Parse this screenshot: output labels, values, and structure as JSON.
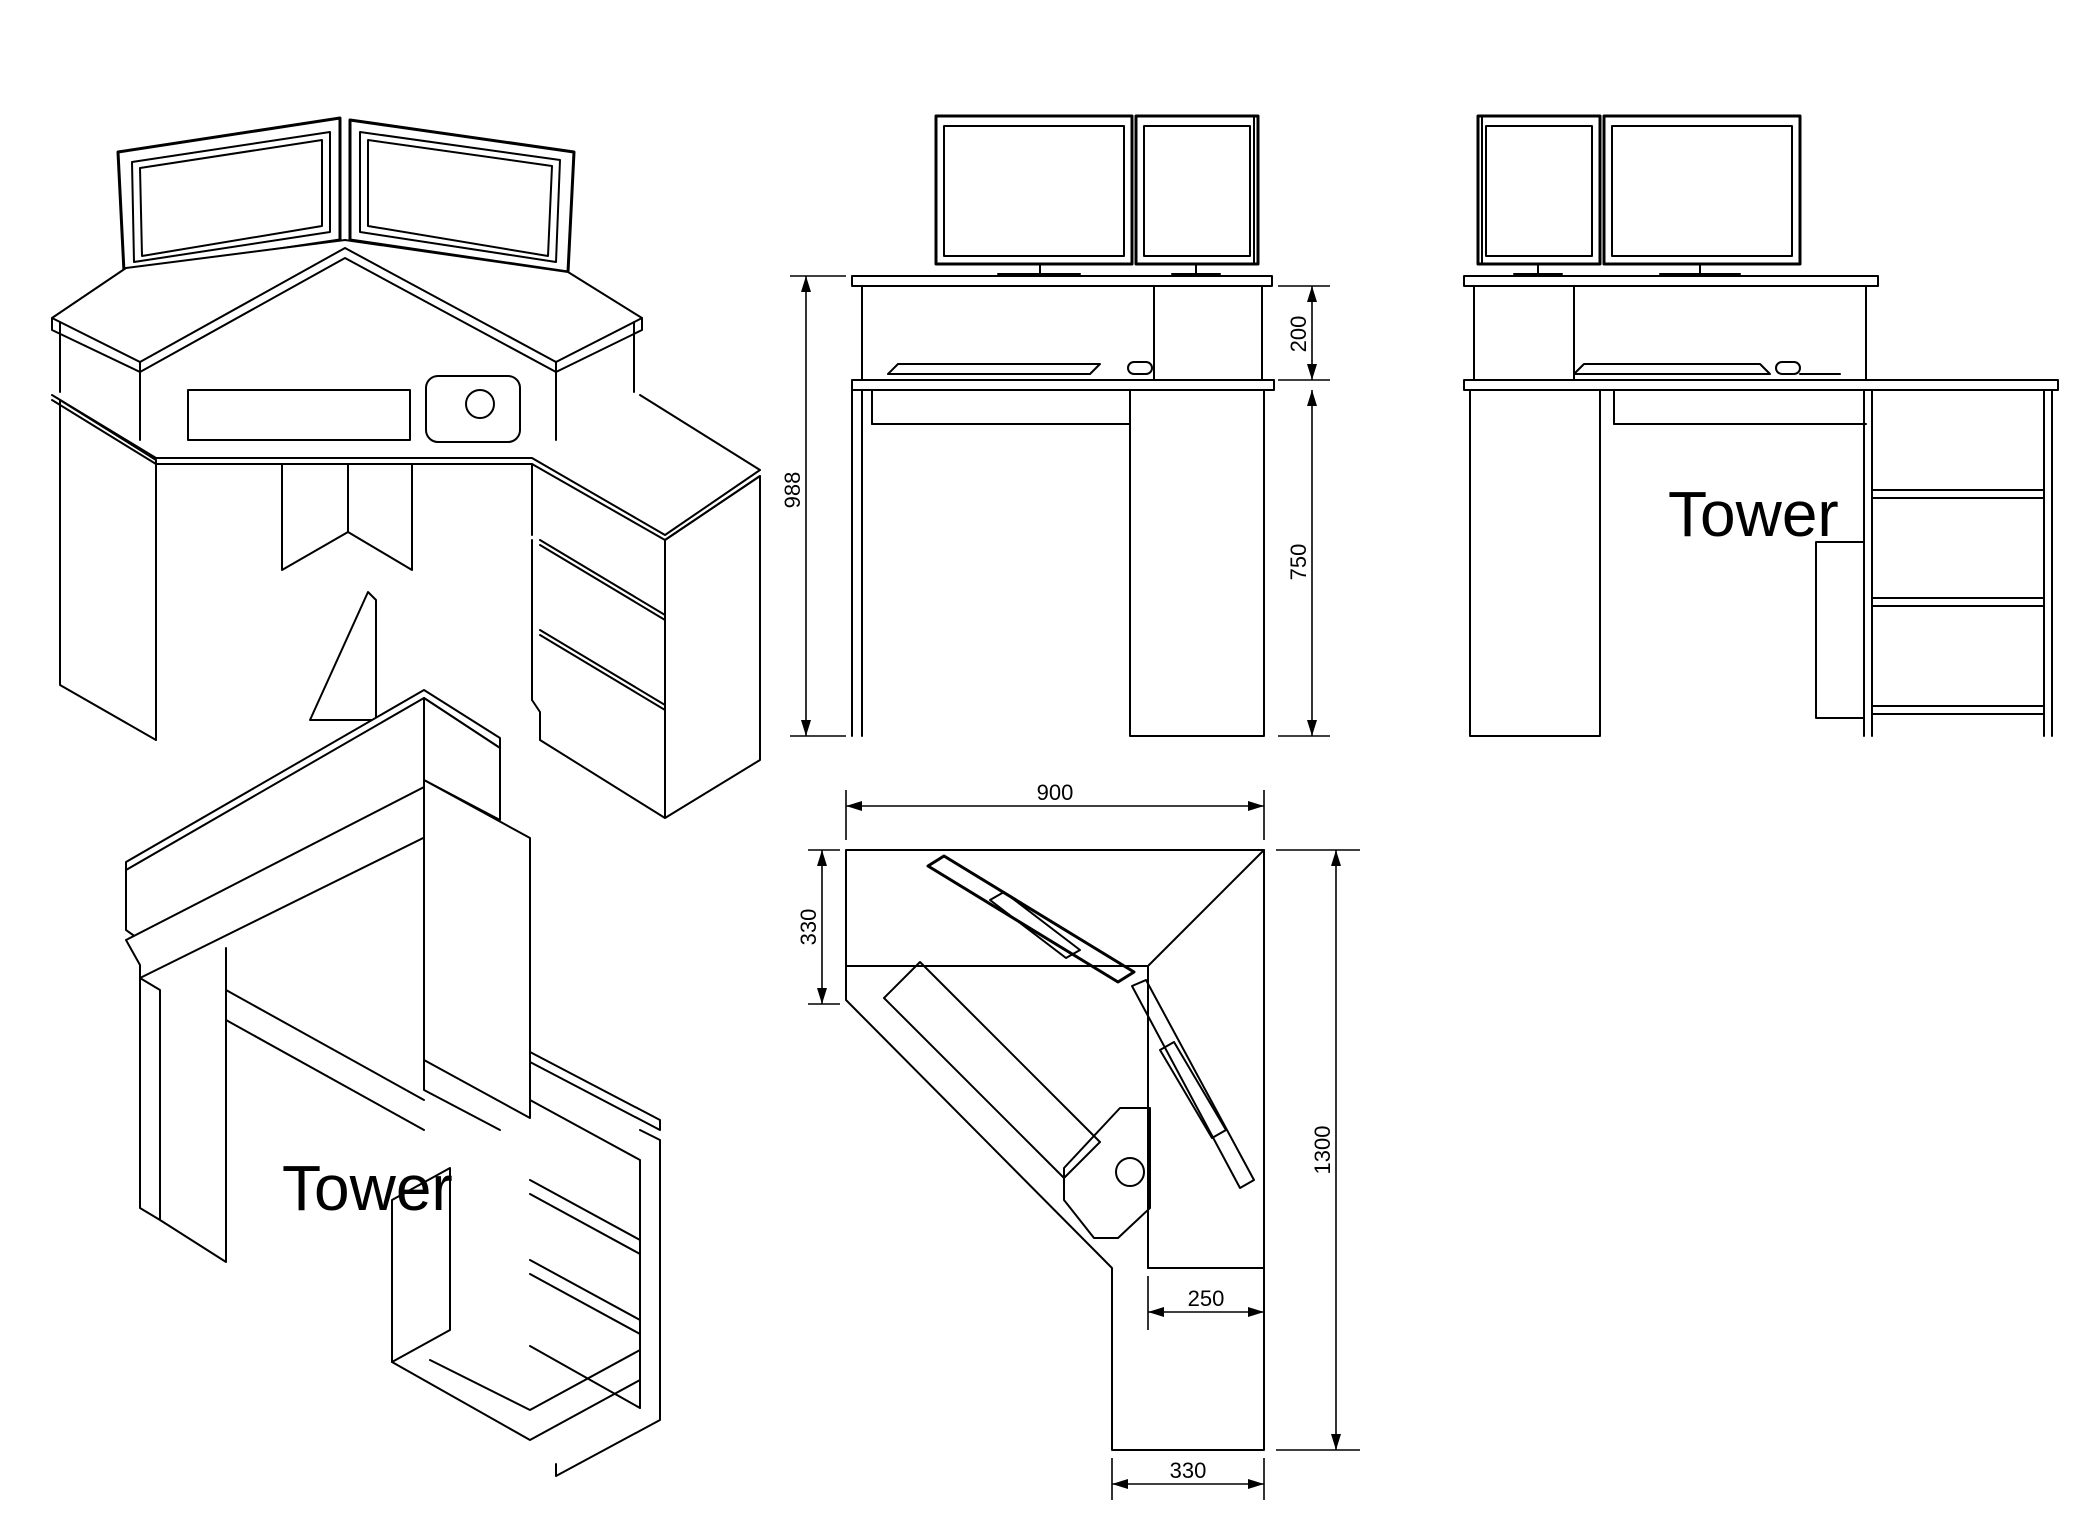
{
  "labels": {
    "tower_iso": "Tower",
    "tower_side": "Tower"
  },
  "dimensions": {
    "total_height": "988",
    "top_shelf_height": "200",
    "desk_height": "750",
    "width": "900",
    "side_depth_top": "330",
    "total_depth": "1300",
    "inner_width": "250",
    "bottom_width": "330"
  },
  "colors": {
    "line": "#000000",
    "background": "#ffffff"
  }
}
